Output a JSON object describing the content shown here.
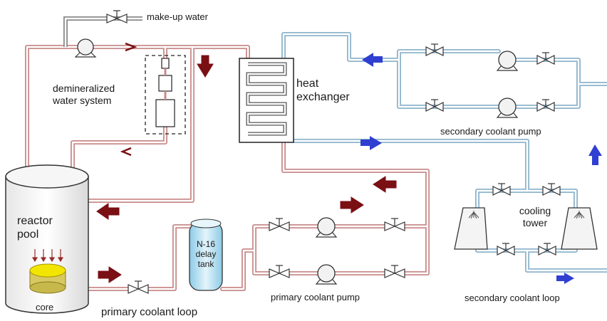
{
  "labels": {
    "make_up_water": "make-up water",
    "demin_line1": "demineralized",
    "demin_line2": "water system",
    "heat_line1": "heat",
    "heat_line2": "exchanger",
    "secondary_pump": "secondary coolant pump",
    "reactor_line1": "reactor",
    "reactor_line2": "pool",
    "core": "core",
    "primary_loop": "primary coolant loop",
    "n16_line1": "N-16",
    "n16_line2": "delay",
    "n16_line3": "tank",
    "primary_pump": "primary coolant pump",
    "cooling_line1": "cooling",
    "cooling_line2": "tower",
    "secondary_loop": "secondary coolant loop"
  },
  "colors": {
    "primary_pipe": "#c98a8a",
    "secondary_pipe": "#8db4cc",
    "primary_arrow": "#7a0f14",
    "secondary_arrow": "#2f3fd1",
    "core_fill": "#f2e600",
    "tank_fill": "#bfe3f2"
  }
}
